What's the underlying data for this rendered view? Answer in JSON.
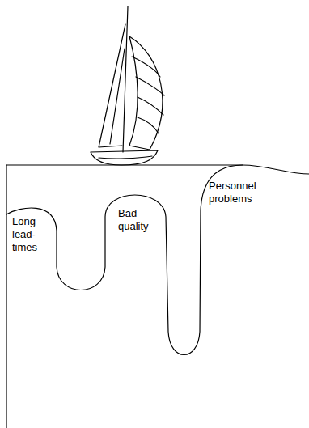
{
  "diagram": {
    "labels": [
      "Long lead-times",
      "Bad quality",
      "Personnel problems"
    ]
  }
}
